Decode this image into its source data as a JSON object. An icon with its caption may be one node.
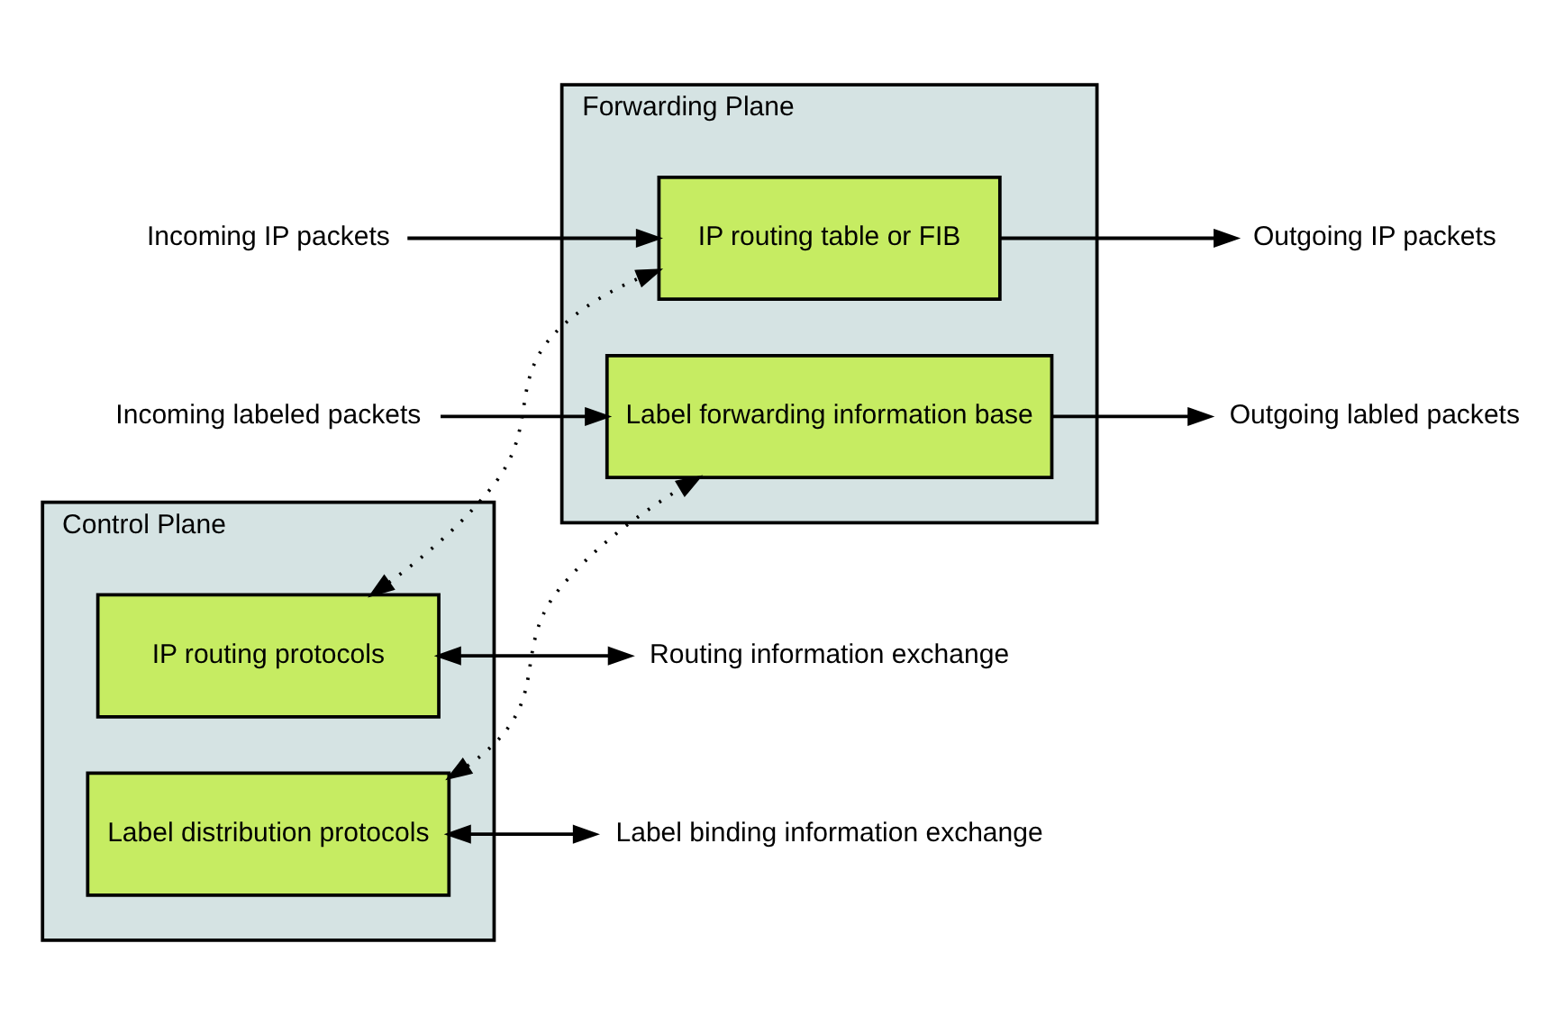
{
  "diagram": {
    "nodes": [
      {
        "text": [
          "Control Plane"
        ]
      },
      {
        "text": [
          "IP routing protocols"
        ],
        "in": 0
      },
      {
        "text": [
          "Label distribution protocols"
        ],
        "in": 0
      },
      {
        "text": [
          "Forwarding Plane"
        ]
      },
      {
        "text": [
          "IP routing table or FIB"
        ],
        "in": 3
      },
      {
        "text": [
          "Label forwarding information base"
        ],
        "in": 3
      },
      {
        "text": [
          "Routing information exchange"
        ]
      },
      {
        "text": [
          "Label binding information exchange"
        ]
      },
      {
        "text": [
          "Incoming IP packets"
        ]
      },
      {
        "text": [
          "Incoming labeled packets"
        ]
      },
      {
        "text": [
          "Outgoing IP packets"
        ]
      },
      {
        "text": [
          "Outgoing labled packets"
        ]
      }
    ],
    "edges": [
      {
        "from": 1,
        "to": 6,
        "arrow": "both"
      },
      {
        "from": 2,
        "to": 7,
        "arrow": "both"
      },
      {
        "from": 8,
        "to": 4,
        "arrow": "to"
      },
      {
        "from": 9,
        "to": 5,
        "arrow": "to"
      },
      {
        "from": 4,
        "to": 10,
        "arrow": "to"
      },
      {
        "from": 5,
        "to": 11,
        "arrow": "to"
      },
      {
        "from": 1,
        "to": 4,
        "arrow": "both",
        "style": "dashed"
      },
      {
        "from": 2,
        "to": 5,
        "arrow": "both",
        "style": "dashed"
      }
    ]
  }
}
